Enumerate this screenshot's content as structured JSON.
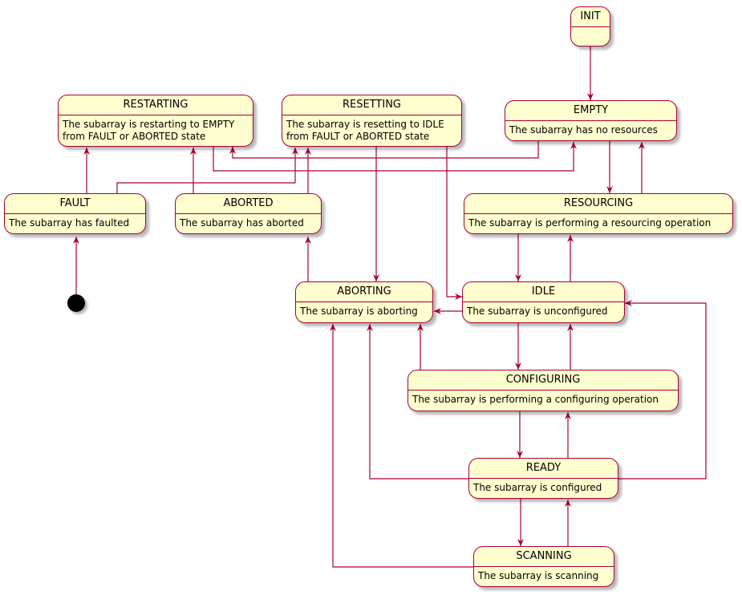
{
  "diagram": {
    "states": {
      "init": {
        "title": "INIT",
        "desc": ""
      },
      "empty": {
        "title": "EMPTY",
        "desc": "The subarray has no resources"
      },
      "restarting": {
        "title": "RESTARTING",
        "desc": "The subarray is restarting to EMPTY\nfrom FAULT or ABORTED state"
      },
      "resetting": {
        "title": "RESETTING",
        "desc": "The subarray is resetting to IDLE\nfrom FAULT or ABORTED state"
      },
      "fault": {
        "title": "FAULT",
        "desc": "The subarray has faulted"
      },
      "aborted": {
        "title": "ABORTED",
        "desc": "The subarray has aborted"
      },
      "resourcing": {
        "title": "RESOURCING",
        "desc": "The subarray is performing a resourcing operation"
      },
      "aborting": {
        "title": "ABORTING",
        "desc": "The subarray is aborting"
      },
      "idle": {
        "title": "IDLE",
        "desc": "The subarray is unconfigured"
      },
      "configuring": {
        "title": "CONFIGURING",
        "desc": "The subarray is performing a configuring operation"
      },
      "ready": {
        "title": "READY",
        "desc": "The subarray is configured"
      },
      "scanning": {
        "title": "SCANNING",
        "desc": "The subarray is scanning"
      }
    },
    "colors": {
      "fill": "#FEFECE",
      "border": "#A80036",
      "edge": "#A80036"
    }
  }
}
